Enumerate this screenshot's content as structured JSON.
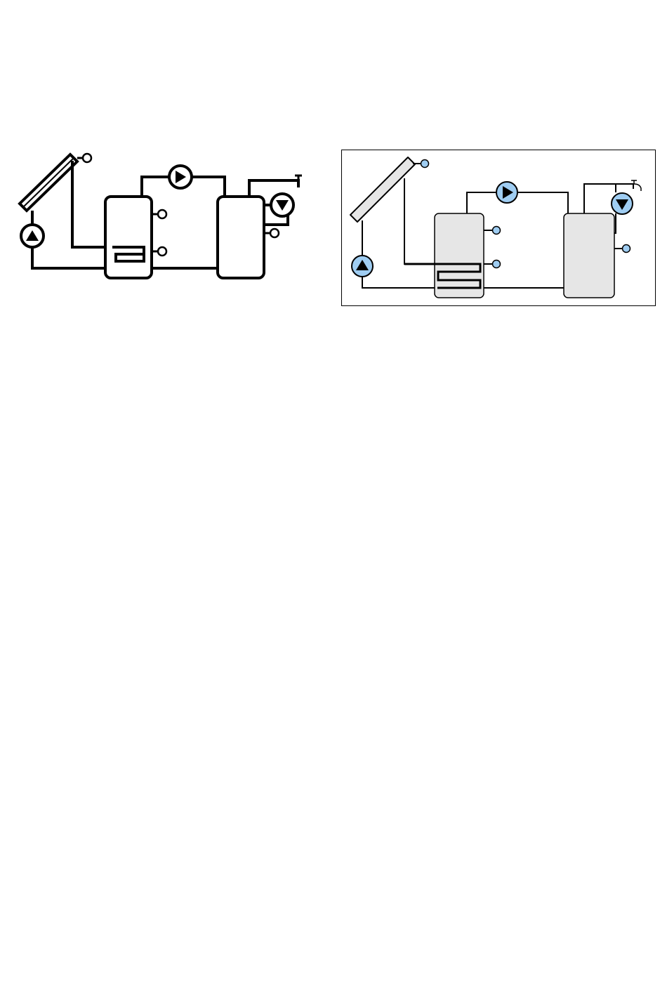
{
  "diagrams": [
    {
      "id": "lcd",
      "style": "monochrome-pixel",
      "components": [
        "solar-collector",
        "collector-sensor",
        "solar-pump",
        "storage-tank-1",
        "heat-exchanger-coil",
        "tank-1-sensor-top",
        "tank-1-sensor-bottom",
        "transfer-pump",
        "storage-tank-2",
        "dhw-pump",
        "tap",
        "tank-2-sensor"
      ]
    },
    {
      "id": "color",
      "style": "color",
      "components": [
        "solar-collector",
        "collector-sensor",
        "solar-pump",
        "storage-tank-1",
        "heat-exchanger-coil",
        "tank-1-sensor-top",
        "tank-1-sensor-bottom",
        "transfer-pump",
        "storage-tank-2",
        "dhw-pump",
        "tap",
        "tank-2-sensor"
      ]
    }
  ],
  "colors": {
    "line": "#000000",
    "tank_fill": "#e6e6e6",
    "pump_fill": "#9fcdf2",
    "sensor_fill": "#9fcdf2",
    "panel_border": "#000000"
  }
}
